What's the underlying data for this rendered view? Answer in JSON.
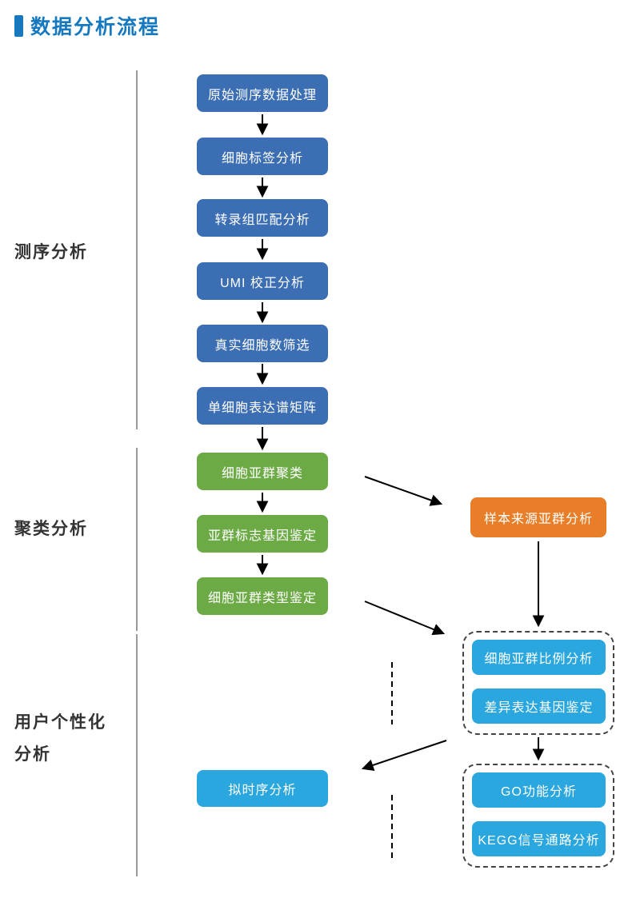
{
  "title": "数据分析流程",
  "sections": {
    "sequencing": "测序分析",
    "clustering": "聚类分析",
    "custom_line1": "用户个性化",
    "custom_line2": "分析"
  },
  "nodes": {
    "main": [
      "原始测序数据处理",
      "细胞标签分析",
      "转录组匹配分析",
      "UMI 校正分析",
      "真实细胞数筛选",
      "单细胞表达谱矩阵"
    ],
    "cluster": [
      "细胞亚群聚类",
      "亚群标志基因鉴定",
      "细胞亚群类型鉴定"
    ],
    "sample_origin": "样本来源亚群分析",
    "group1": [
      "细胞亚群比例分析",
      "差异表达基因鉴定"
    ],
    "group2": [
      "GO功能分析",
      "KEGG信号通路分析"
    ],
    "pseudotime": "拟时序分析"
  },
  "colors": {
    "accent": "#1678be",
    "main_box_blue": "#3c6eb4",
    "cluster_box_green": "#6caa45",
    "sample_origin_orange": "#e87e28",
    "analysis_box_light_blue": "#2aa7de"
  }
}
